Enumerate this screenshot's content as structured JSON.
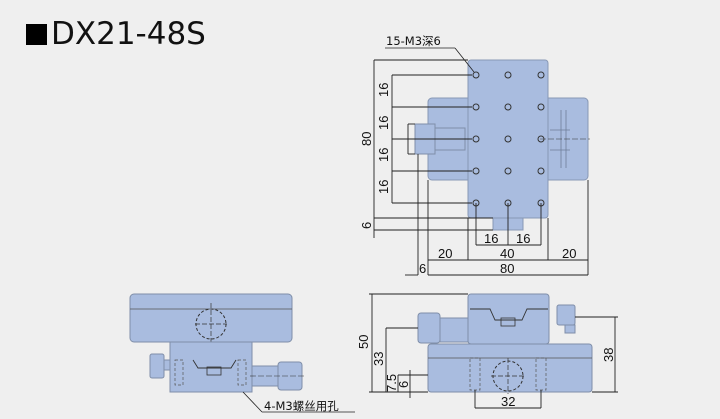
{
  "title": {
    "model": "DX21-48S",
    "bullet": "square-bullet"
  },
  "colors": {
    "background": "#efefef",
    "part_fill": "#a9bcdf",
    "part_stroke": "#7f8ea8",
    "dim_line": "#222222"
  },
  "top_view": {
    "callout": "15-M3深6",
    "dims": {
      "v_spacing_1": "16",
      "v_spacing_2": "16",
      "v_spacing_3": "16",
      "v_spacing_4": "16",
      "overall_height": "80",
      "bottom_offset": "6",
      "h_spacing_left": "16",
      "h_spacing_right": "16",
      "center_width": "40",
      "left_width": "20",
      "right_width": "20",
      "overall_width": "80",
      "left_offset": "6"
    }
  },
  "front_view": {
    "callout": "4-M3螺丝用孔"
  },
  "side_view": {
    "dims": {
      "overall_height": "50",
      "knob_height": "33",
      "base_offset": "7.5",
      "base_hole": "6",
      "hole_spacing": "32",
      "right_height": "38"
    }
  }
}
